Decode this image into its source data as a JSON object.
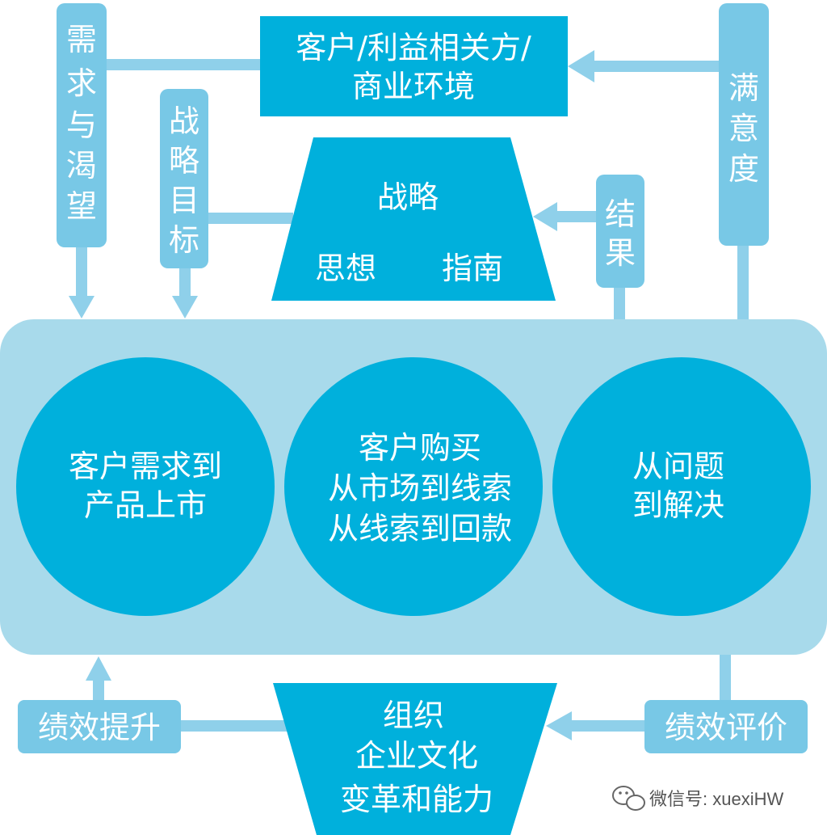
{
  "colors": {
    "dark": "#00b0dc",
    "light": "#78c8e6",
    "panel": "#a8daeb",
    "connector": "#8fd0ea"
  },
  "top_box": {
    "line1": "客户/利益相关方/",
    "line2": "商业环境"
  },
  "left_bar": {
    "label": "需求与渴望",
    "chars": [
      "需",
      "求",
      "与",
      "渴",
      "望"
    ]
  },
  "goal_bar": {
    "label": "战略目标",
    "chars": [
      "战",
      "略",
      "目",
      "标"
    ]
  },
  "right_bar": {
    "label": "满意度",
    "chars": [
      "满",
      "意",
      "度"
    ]
  },
  "result_bar": {
    "label": "结果",
    "chars": [
      "结",
      "果"
    ]
  },
  "strategy": {
    "title": "战略",
    "left": "思想",
    "right": "指南"
  },
  "circles": [
    {
      "lines": [
        "客户需求到",
        "产品上市"
      ]
    },
    {
      "lines": [
        "客户购买",
        "从市场到线索",
        "从线索到回款"
      ]
    },
    {
      "lines": [
        "从问题",
        "到解决"
      ]
    }
  ],
  "org": {
    "lines": [
      "组织",
      "企业文化",
      "变革和能力"
    ]
  },
  "perf_up": "绩效提升",
  "perf_eval": "绩效评价",
  "watermark": {
    "icon": "wechat-icon",
    "text": "微信号: xuexiHW"
  }
}
